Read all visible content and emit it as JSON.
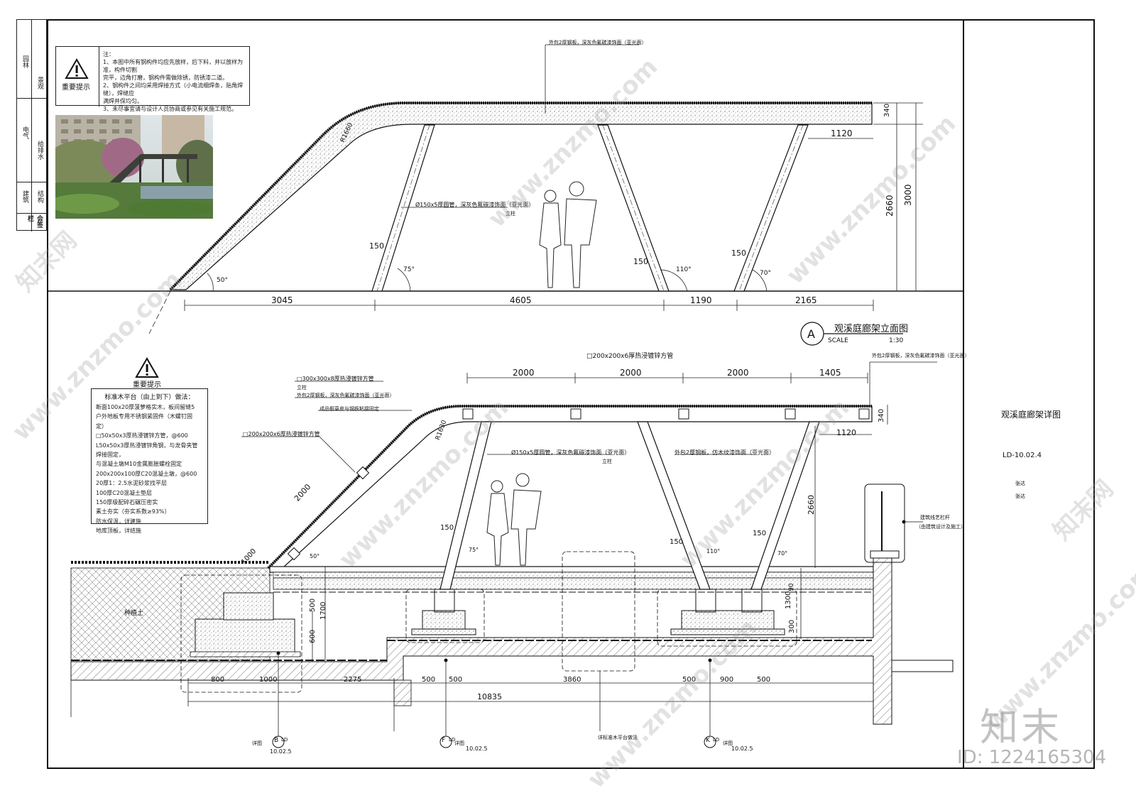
{
  "notes_box": {
    "warning_label": "重要提示",
    "lines": "注：\n1、本图中所有钢构件均应先放样，后下料，并以放样为准，构件切割\n完平，边角打磨，钢构件需做除锈，防锈漆二道。\n2、钢构件之间均采用焊接方式（小电流细焊条，贴角焊缝），焊缝应\n满焊并保均匀。\n3、未尽事宜请与设计人员协商或参见有关施工规范。"
  },
  "left_strip": [
    "园林",
    "景观",
    "电气",
    "给排水",
    "建筑",
    "结构",
    "会签栏"
  ],
  "elevation": {
    "top_note": "外包2厚钢板，深灰色氟碳漆饰面（亚光面）",
    "radius": "R1660",
    "pipe_note": "Ø150x5厚圆管，深灰色氟碳漆饰面（亚光面）",
    "pipe_note_sub": "立柱",
    "dims_bottom": [
      "3045",
      "4605",
      "1190",
      "2165"
    ],
    "dim_1120": "1120",
    "dim_340": "340",
    "dim_2660": "2660",
    "dim_3000": "3000",
    "dim_150": "150",
    "ang_50": "50°",
    "ang_75": "75°",
    "ang_110": "110°",
    "ang_70": "70°",
    "title": "观溪庭廊架立面图",
    "title_letter": "A",
    "scale_label": "SCALE",
    "scale_value": "1:30"
  },
  "section": {
    "warning_label": "重要提示",
    "std_title": "标准木平台（由上到下）做法：",
    "std_lines": "断面100x20厚菠萝格实木，板间留缝5\n户外地板专用不锈钢紧固件（木螺钉固定）\n□50x50x3厚热浸镀锌方管，@600\nL50x50x3厚热浸镀锌角钢，与龙骨夹管焊接固定，\n与混凝土墩M10金属膨胀螺栓固定\n200x200x100厚C20混凝土墩，@600\n20厚1：2.5水泥砂浆找平层\n100厚C20混凝土垫层\n150厚级配碎石碾压密实\n素土夯实（夯实系数≥93%）\n防水保温，详建施\n地库顶板，详结施",
    "label_300": "□300x300x8厚热浸镀锌方管",
    "label_300_sub": "立柱",
    "label_clad": "外包2厚钢板，深灰色氟碳漆饰面（亚光面）",
    "label_fix": "成品假草皮与钢板粘接固定",
    "label_200_left": "□200x200x6厚热浸镀锌方管",
    "label_200_top": "□200x200x6厚热浸镀锌方管",
    "label_clad_right": "外包2厚钢板，深灰色氟碳漆饰面（亚光面）",
    "label_pipe": "Ø150x5厚圆管，深灰色氟碳漆饰面（亚光面）",
    "label_pipe_sub": "立柱",
    "label_wood": "外包2厚钢板，仿木纹漆饰面（亚光面）",
    "railing_label": "建筑线艺栏杆",
    "railing_sub": "（由建筑设计及施工）",
    "soil": "种植土",
    "radius": "R1630",
    "dims_top": [
      "2000",
      "2000",
      "2000",
      "1405"
    ],
    "dim_1120": "1120",
    "dim_340": "340",
    "dim_2660": "2660",
    "dim_2000": "2000",
    "dim_1000": "1000",
    "dim_1700": "1700",
    "dim_500": "500",
    "dim_600": "600",
    "dim_1300": "1300",
    "dim_300": "300",
    "dim_90": "90",
    "dim_150": "150",
    "ang_50": "50°",
    "ang_75": "75°",
    "ang_110": "110°",
    "ang_70": "70°",
    "dims_bottom": [
      "800",
      "1000",
      "2275",
      "500",
      "500",
      "3860",
      "500",
      "900",
      "500"
    ],
    "dim_total": "10835",
    "callout_b": "B",
    "callout_f": "F",
    "callout_k": "K",
    "callout_ref": "10.02.5",
    "callout_ld": "LD",
    "detail_label": "详图",
    "deck_note": "详标准木平台做法"
  },
  "title_block": {
    "drawing_name": "观溪庭廊架详图",
    "drawing_no": "LD-10.02.4",
    "field_a": "张达",
    "field_b": "张达"
  },
  "watermark": {
    "site": "www.znzmo.com",
    "cn": "知末网",
    "logo": "知末",
    "id": "ID: 1224165304"
  }
}
